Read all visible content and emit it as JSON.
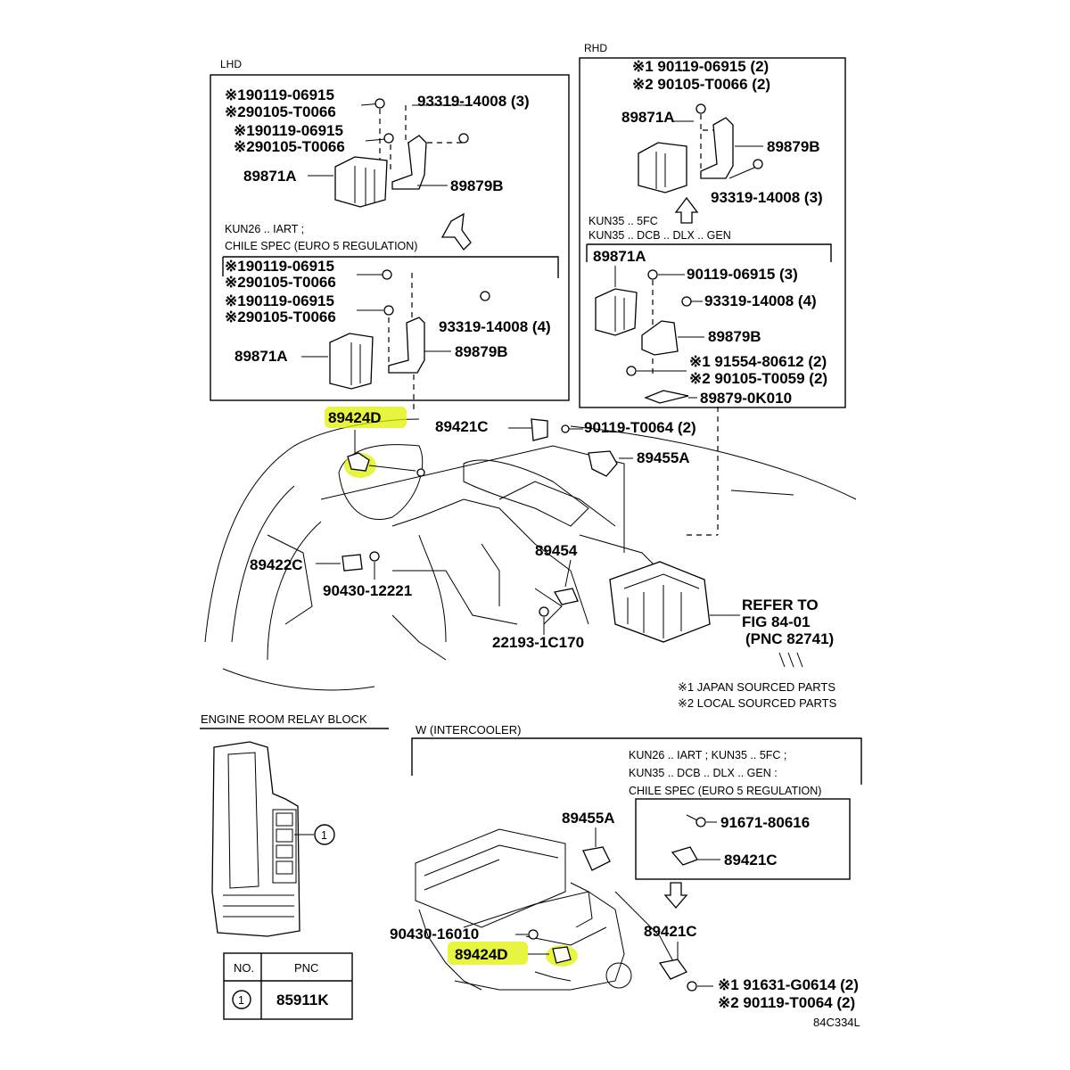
{
  "lhd": {
    "title": "LHD",
    "top_group": {
      "r1": "※190119-06915",
      "r2": "※290105-T0066",
      "r3": "※190119-06915",
      "r4": "※290105-T0066",
      "bolt": "93319-14008 (3)",
      "ecu": "89871A",
      "bracket": "89879B"
    },
    "variant_line1": "KUN26 .. IART ;",
    "variant_line2": "CHILE SPEC (EURO 5 REGULATION)",
    "bottom_group": {
      "r1": "※190119-06915",
      "r2": "※290105-T0066",
      "r3": "※190119-06915",
      "r4": "※290105-T0066",
      "bolt": "93319-14008 (4)",
      "ecu": "89871A",
      "bracket": "89879B"
    }
  },
  "rhd": {
    "title": "RHD",
    "top_group": {
      "r1": "※1 90119-06915 (2)",
      "r2": "※2 90105-T0066 (2)",
      "ecu": "89871A",
      "bracket": "89879B",
      "bolt": "93319-14008 (3)"
    },
    "variant_line1": "KUN35 .. 5FC",
    "variant_line2": "KUN35 .. DCB .. DLX .. GEN",
    "bottom_group": {
      "ecu": "89871A",
      "b1": "90119-06915 (3)",
      "b2": "93319-14008 (4)",
      "bracket": "89879B",
      "r1": "※1 91554-80612 (2)",
      "r2": "※2 90105-T0059 (2)",
      "plate": "89879-0K010"
    }
  },
  "engine": {
    "p89424D": "89424D",
    "p89421C": "89421C",
    "p90119T": "90119-T0064 (2)",
    "p89455A": "89455A",
    "p89422C": "89422C",
    "p89454": "89454",
    "p90430": "90430-12221",
    "p22193": "22193-1C170",
    "refer1": "REFER TO",
    "refer2": "FIG 84-01",
    "refer3": "(PNC 82741)"
  },
  "footnotes": {
    "n1": "※1 JAPAN SOURCED PARTS",
    "n2": "※2 LOCAL SOURCED PARTS"
  },
  "relay": {
    "title": "ENGINE ROOM RELAY BLOCK",
    "callout": "1",
    "table": {
      "headers": [
        "NO.",
        "PNC"
      ],
      "rows": [
        [
          "1",
          "85911K"
        ]
      ]
    }
  },
  "intercooler": {
    "title": "W (INTERCOOLER)",
    "variant_line1": "KUN26 .. IART ; KUN35 .. 5FC ;",
    "variant_line2": "KUN35 .. DCB .. DLX .. GEN :",
    "variant_line3": "CHILE SPEC (EURO 5 REGULATION)",
    "p89455A": "89455A",
    "p91671": "91671-80616",
    "p89421C_box": "89421C",
    "p89421C": "89421C",
    "p90430": "90430-16010",
    "p89424D": "89424D",
    "r1": "※1 91631-G0614 (2)",
    "r2": "※2 90119-T0064 (2)"
  },
  "figure_code": "84C334L",
  "highlight_color": "#dff000"
}
